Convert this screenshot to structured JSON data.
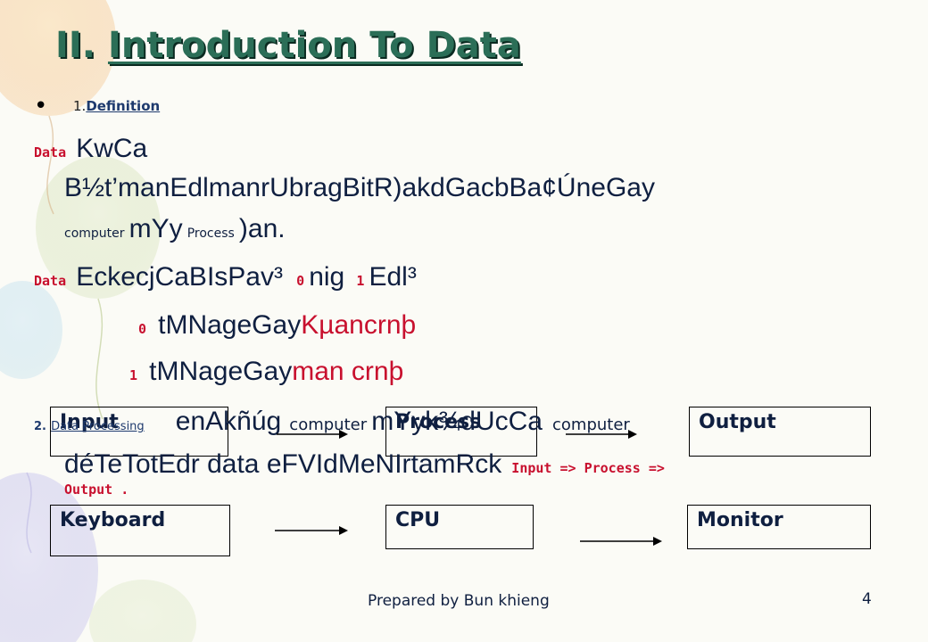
{
  "slide": {
    "title_number": "II.",
    "title_text": "Introduction To Data",
    "bullet_symbol": "•",
    "definition_number": "1.",
    "definition_link": "Definition",
    "data_label_1": "Data",
    "def_line1": "KwCa",
    "def_line2": "B½t’manEdlmanrUbragBitR)akdGacbBa¢ÚneGay",
    "def_line3_a": "computer",
    "def_line3_b": "mYy",
    "def_line3_c": "Process",
    "def_line3_d": ")an.",
    "data_label_2": "Data",
    "binary_line_a": "EckecjCaBIsPav³",
    "binary_zero": "0",
    "binary_line_b": "nig",
    "binary_one": "1",
    "binary_line_c": "Edl³",
    "zero_label": "0",
    "zero_text_a": "tMNageGay",
    "zero_text_b": "Kµancrnþ",
    "one_label": "1",
    "one_text_a": "tMNageGay",
    "one_text_b": "man crnþ",
    "processing_prefix": "2.",
    "processing_link": "Data Processing",
    "proc_line1_a": "enAkñúg",
    "proc_line1_b": "computer",
    "proc_line1_c": "mYyk¾dUcCa",
    "proc_line1_d": "computer",
    "proc_line2_a": "déTeTotEdr data  eFVIdMeNIrtamRck",
    "proc_line2_b": "Input => Process =>",
    "proc_line3": "Output ."
  },
  "flow_top": {
    "input_label": "Input",
    "process_label": "Process",
    "output_label": "Output"
  },
  "flow_bottom": {
    "keyboard_label": "Keyboard",
    "cpu_label": "CPU",
    "monitor_label": "Monitor"
  },
  "footer": {
    "text": "Prepared by Bun khieng",
    "page_number": "4"
  },
  "colors": {
    "title": "#2b6e57",
    "accent_red": "#c8102e",
    "text": "#0f1f40"
  }
}
